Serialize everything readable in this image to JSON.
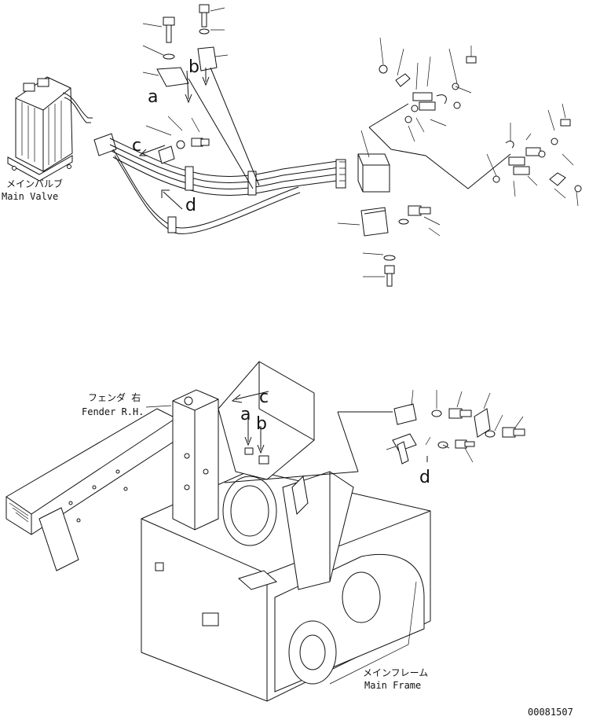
{
  "labels": {
    "main_valve_jp": "メインバルブ",
    "main_valve_en": "Main Valve",
    "fender_jp": "フェンダ 右",
    "fender_en": "Fender R.H.",
    "main_frame_jp": "メインフレーム",
    "main_frame_en": "Main Frame",
    "drawing_number": "00081507"
  },
  "reference_letters": {
    "a_top": "a",
    "b_top": "b",
    "c_top": "c",
    "d_top": "d",
    "a_frame": "a",
    "b_frame": "b",
    "c_frame": "c",
    "d_frame": "d"
  }
}
